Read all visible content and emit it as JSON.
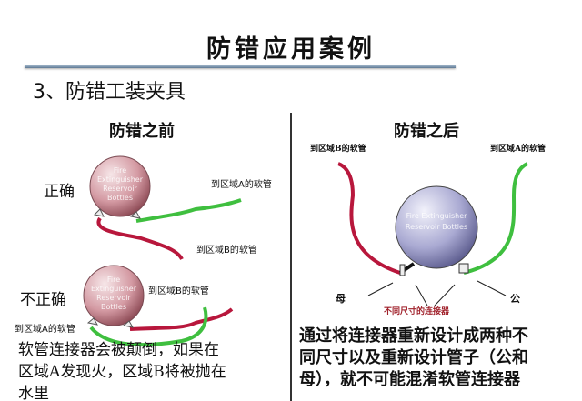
{
  "slide": {
    "title": "防错应用案例",
    "subtitle": "3、防错工装夹具"
  },
  "before": {
    "heading": "防错之前",
    "correct_label": "正确",
    "incorrect_label": "不正确",
    "bottle_text": [
      "Fire",
      "Extinguisher",
      "Reservoir",
      "Bottles"
    ],
    "correct_hose_a": "到区域A的软管",
    "correct_hose_b": "到区域B的软管",
    "incorrect_hose_b": "到区域B的软管",
    "incorrect_hose_a": "到区域A的软管",
    "description": [
      "软管连接器会被颠倒，如果在",
      "区域A发现火，区域B将被抛在",
      "水里"
    ]
  },
  "after": {
    "heading": "防错之后",
    "hose_b": "到区域B的软管",
    "hose_a": "到区域A的软管",
    "bottle_text": [
      "Fire Extinguisher",
      "Reservoir Bottles"
    ],
    "female_label": "母",
    "male_label": "公",
    "connector_label": "不同尺寸的连接器",
    "description": [
      "通过将连接器重新设计成两种不",
      "同尺寸以及重新设计管子（公和",
      "母），就不可能混淆软管连接器"
    ]
  },
  "colors": {
    "hose_a": "#3fbf3f",
    "hose_b": "#b8173c",
    "bottle_before": "#c9848f",
    "bottle_after": "#8f8fc0",
    "connector_label": "#a0202a"
  }
}
